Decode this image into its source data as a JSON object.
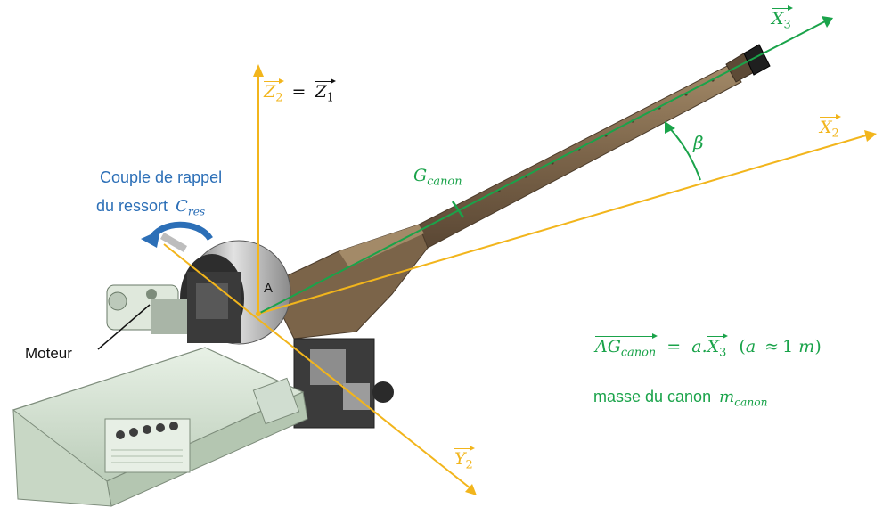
{
  "labels": {
    "z2": "Z",
    "z2_sub": "2",
    "z_eq": "=",
    "z1": "Z",
    "z1_sub": "1",
    "x3": "X",
    "x3_sub": "3",
    "x2": "X",
    "x2_sub": "2",
    "y2": "Y",
    "y2_sub": "2",
    "beta": "β",
    "g_canon": "G",
    "g_canon_sub": "canon",
    "point_a": "A",
    "moteur": "Moteur",
    "couple_line1": "Couple de rappel",
    "couple_line2": "du ressort",
    "c_res": "C",
    "c_res_sub": "res",
    "eq_ag": "AG",
    "eq_ag_sub": "canon",
    "eq_equals": "=",
    "eq_a": "a.",
    "eq_x": "X",
    "eq_x_sub": "3",
    "eq_cond_open": "(",
    "eq_cond_a": "a",
    "eq_cond_approx": "≈",
    "eq_cond_val": "1",
    "eq_cond_unit": "m",
    "eq_cond_close": ")",
    "masse_text": "masse du canon",
    "m": "m",
    "m_sub": "canon"
  },
  "colors": {
    "axis_yellow": "#f2b51c",
    "green": "#1aa34a",
    "blue": "#2c6fb7",
    "black": "#111111",
    "barrel": "#7b6449",
    "housing_grey": "#9aa0a0",
    "motor_green": "#d6e6d4"
  }
}
